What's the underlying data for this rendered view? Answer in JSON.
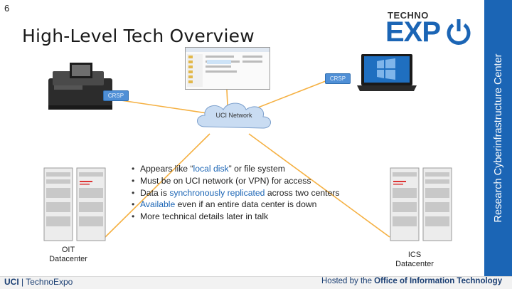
{
  "slide": {
    "number": "6",
    "title": "High-Level Tech Overview",
    "sidebar_text": "Research Cyberinfrastructure Center",
    "logo_top": "TECHNO",
    "logo_main": "EXP"
  },
  "diagram": {
    "tags": {
      "crsp_left": "CRSP",
      "crsp_right": "CRSP"
    },
    "network_label": "UCI Network",
    "oit_label_line1": "OIT",
    "oit_label_line2": "Datacenter",
    "ics_label_line1": "ICS",
    "ics_label_line2": "Datacenter",
    "link_color": "#f5b041"
  },
  "bullets": [
    {
      "pre": "Appears like “",
      "hl": "local disk",
      "post": "” or file system"
    },
    {
      "pre": "Must be on UCI network (or VPN) for access",
      "hl": "",
      "post": ""
    },
    {
      "pre": "Data is ",
      "hl": "synchronously replicated",
      "post": " across two centers"
    },
    {
      "pre": "",
      "hl": "Available",
      "post": " even if an entire data center is down"
    },
    {
      "pre": "More technical details later in talk",
      "hl": "",
      "post": ""
    }
  ],
  "footer": {
    "left_org": "UCI",
    "left_sep": " | ",
    "left_event": "TechnoExpo",
    "right_pre": "Hosted by the ",
    "right_bold": "Office of Information Technology"
  },
  "colors": {
    "brand_blue": "#1b65b5",
    "accent_orange": "#f5b041",
    "cloud": "#c9dcf2"
  }
}
